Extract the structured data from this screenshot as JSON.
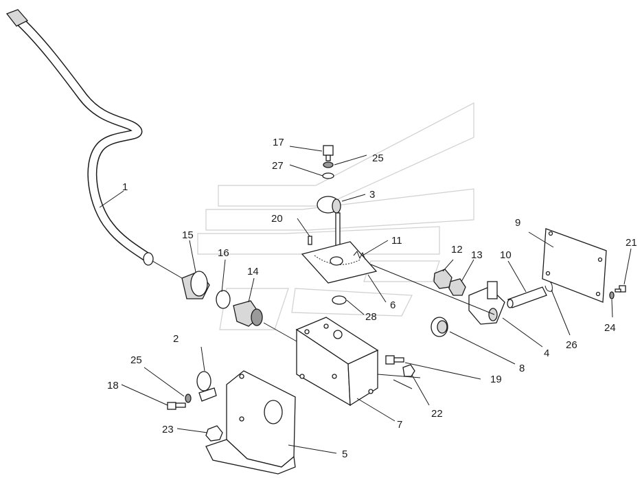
{
  "callouts": [
    {
      "id": "1",
      "label": "1"
    },
    {
      "id": "2",
      "label": "2"
    },
    {
      "id": "3",
      "label": "3"
    },
    {
      "id": "4",
      "label": "4"
    },
    {
      "id": "5",
      "label": "5"
    },
    {
      "id": "6",
      "label": "6"
    },
    {
      "id": "7",
      "label": "7"
    },
    {
      "id": "8",
      "label": "8"
    },
    {
      "id": "9",
      "label": "9"
    },
    {
      "id": "10",
      "label": "10"
    },
    {
      "id": "11",
      "label": "11"
    },
    {
      "id": "12",
      "label": "12"
    },
    {
      "id": "13",
      "label": "13"
    },
    {
      "id": "14",
      "label": "14"
    },
    {
      "id": "15",
      "label": "15"
    },
    {
      "id": "16",
      "label": "16"
    },
    {
      "id": "17",
      "label": "17"
    },
    {
      "id": "18",
      "label": "18"
    },
    {
      "id": "19",
      "label": "19"
    },
    {
      "id": "20",
      "label": "20"
    },
    {
      "id": "21",
      "label": "21"
    },
    {
      "id": "22",
      "label": "22"
    },
    {
      "id": "23",
      "label": "23"
    },
    {
      "id": "24",
      "label": "24"
    },
    {
      "id": "25a",
      "label": "25"
    },
    {
      "id": "25b",
      "label": "25"
    },
    {
      "id": "26",
      "label": "26"
    },
    {
      "id": "27",
      "label": "27"
    },
    {
      "id": "28",
      "label": "28"
    }
  ]
}
